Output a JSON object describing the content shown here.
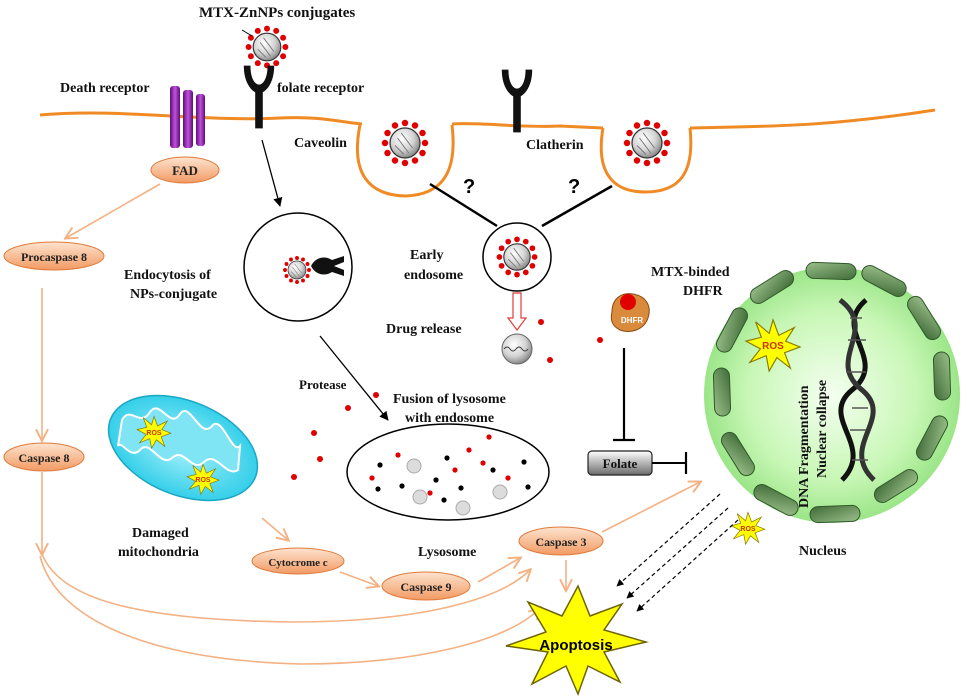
{
  "labels": {
    "mtx_conjugates": "MTX-ZnNPs conjugates",
    "death_receptor": "Death receptor",
    "folate_receptor": "folate receptor",
    "caveolin": "Caveolin",
    "clatherin": "Clatherin",
    "question": "?",
    "fad": "FAD",
    "procaspase8": "Procaspase 8",
    "endocytosis_line1": "Endocytosis of",
    "endocytosis_line2": "NPs-conjugate",
    "early_line1": "Early",
    "early_line2": "endosome",
    "drug_release": "Drug release",
    "mtx_dhfr_line1": "MTX-binded",
    "mtx_dhfr_line2": "DHFR",
    "dhfr": "DHFR",
    "protease": "Protease",
    "fusion_line1": "Fusion of lysosome",
    "fusion_line2": "with endosome",
    "caspase8": "Caspase 8",
    "folate": "Folate",
    "damaged_line1": "Damaged",
    "damaged_line2": "mitochondria",
    "cytocrome": "Cytocrome c",
    "lysosome": "Lysosome",
    "caspase3": "Caspase 3",
    "caspase9": "Caspase 9",
    "nucleus": "Nucleus",
    "dna_frag": "DNA Fragmentation",
    "nuclear_collapse": "Nuclear collapse",
    "apoptosis": "Apoptosis",
    "ros": "ROS"
  },
  "colors": {
    "membrane": "#f08a24",
    "pill_fill": "#f7b58a",
    "arrow_outline": "#f4b183",
    "receptor_purple": "#8e24aa",
    "nucleus_green": "#b9f4a8",
    "mito_cyan": "#38d6ec",
    "np_red": "#e00000",
    "apoptosis_yellow": "#ffff00"
  }
}
